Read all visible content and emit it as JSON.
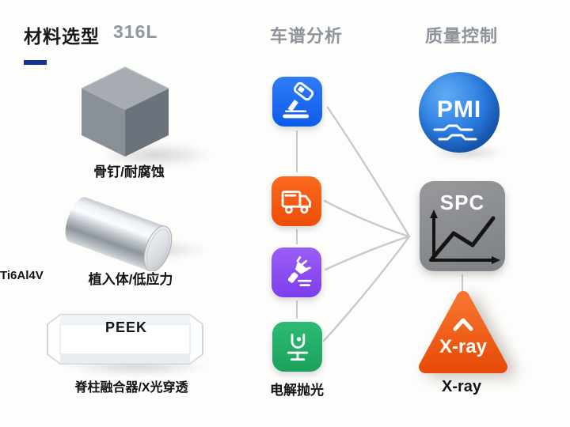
{
  "header": {
    "materials_title": "材料选型",
    "materials_grade": "316L",
    "analysis_title": "车谱分析",
    "quality_title": "质量控制"
  },
  "materials": {
    "cube_label": "骨钉/耐腐蚀",
    "cylinder_side_label": "Ti6Al4V",
    "cylinder_label": "植入体/低应力",
    "glass_bar_text": "PEEK",
    "glass_bar_label": "脊柱融合器/X光穿透"
  },
  "analysis": {
    "icons": [
      {
        "name": "handheld-analyzer-icon",
        "color": "#1b6cf2"
      },
      {
        "name": "delivery-truck-icon",
        "color": "#f4570f"
      },
      {
        "name": "flashlight-icon",
        "color": "#8a4cf0"
      },
      {
        "name": "electropolish-icon",
        "color": "#23ac68"
      }
    ],
    "bottom_label": "电解抛光"
  },
  "quality": {
    "pmi_text": "PMI",
    "pmi_color": "#2273dd",
    "spc_text": "SPC",
    "spc_color": "#8d9093",
    "xray_text": "X-ray",
    "xray_color": "#f0561a",
    "xray_label": "X-ray"
  },
  "colors": {
    "accent_underline": "#16338f",
    "connector_line": "#c9c9c9",
    "heading_gray": "#8d949c",
    "text_dark": "#141519"
  }
}
